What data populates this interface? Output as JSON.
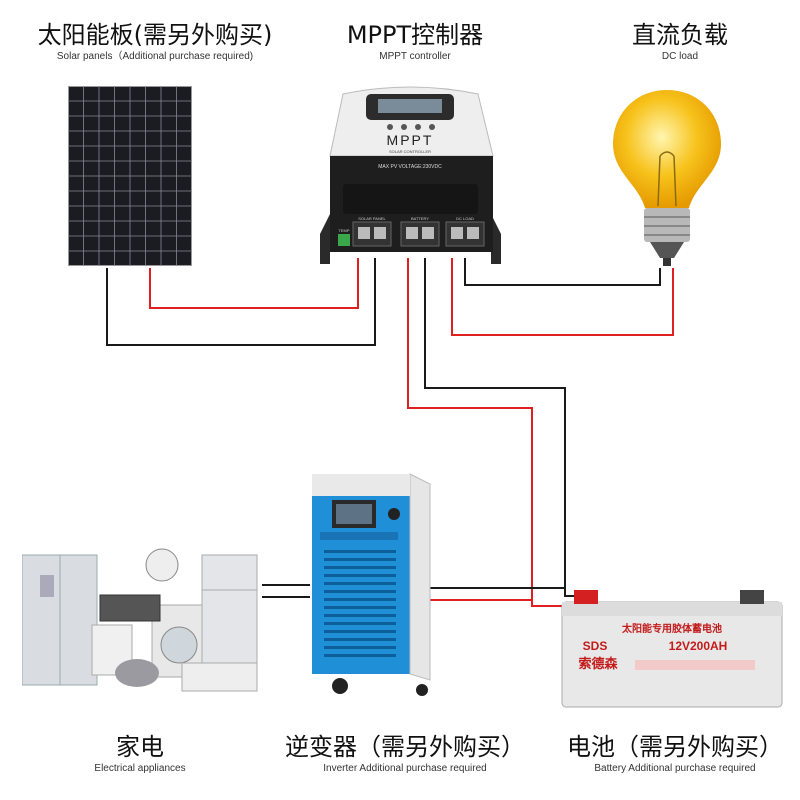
{
  "labels": {
    "solar": {
      "zh": "太阳能板(需另外购买)",
      "en": "Solar panels（Additional purchase required)"
    },
    "mppt": {
      "zh": "MPPT控制器",
      "en": "MPPT controller"
    },
    "load": {
      "zh": "直流负载",
      "en": "DC load"
    },
    "appliances": {
      "zh": "家电",
      "en": "Electrical appliances"
    },
    "inverter": {
      "zh": "逆变器（需另外购买）",
      "en": "Inverter  Additional purchase required"
    },
    "battery": {
      "zh": "电池（需另外购买）",
      "en": "Battery  Additional purchase required"
    }
  },
  "controller": {
    "brand": "MPPT",
    "subtitle": "SOLAR CONTROLLER",
    "voltage_text": "MAX PV VOLTAGE:230VDC",
    "port_pv": "SOLAR PANEL",
    "port_batt": "BATTERY",
    "port_load": "DC LOAD",
    "port_temp": "TEMP"
  },
  "battery_unit": {
    "title": "太阳能专用胶体蓄电池",
    "brand": "SDS",
    "brand_zh": "索德森",
    "spec": "12V200AH"
  },
  "colors": {
    "positive_wire": "#e02020",
    "negative_wire": "#1a1a1a",
    "inverter_blue": "#1f8fd8"
  }
}
